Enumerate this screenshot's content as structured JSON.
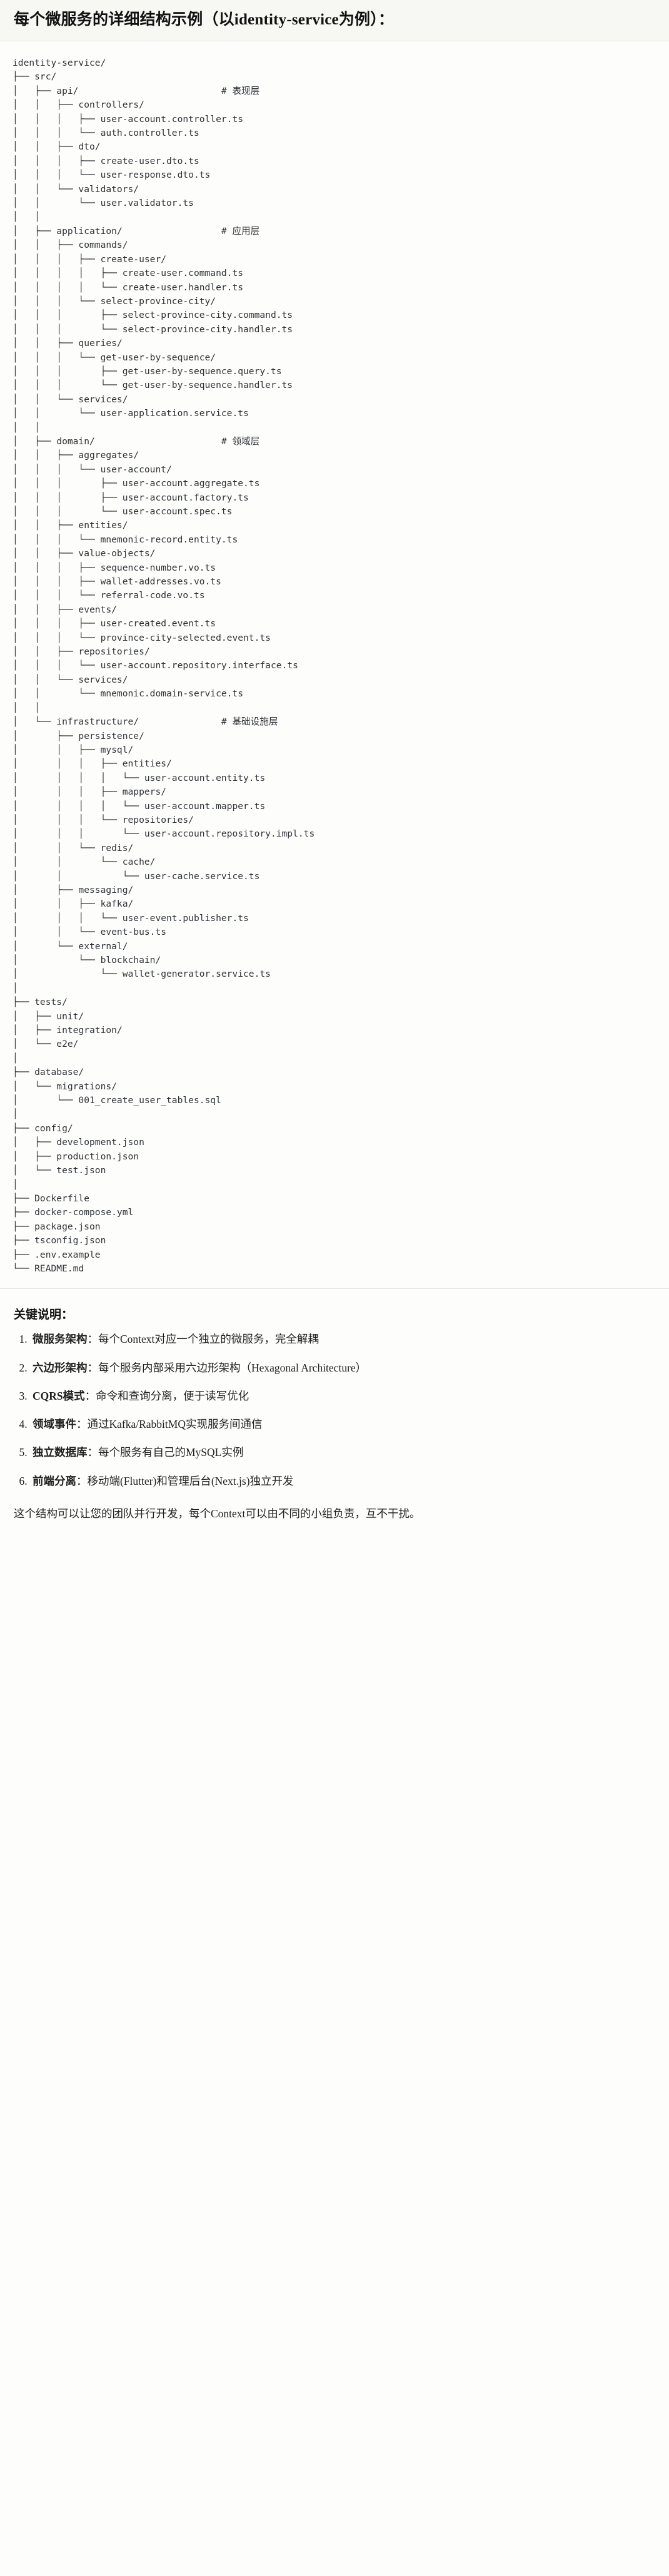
{
  "header": {
    "title": "每个微服务的详细结构示例（以identity-service为例）："
  },
  "tree": {
    "root_label": "identity-service/",
    "text": "identity-service/\n├── src/\n│   ├── api/                          # 表现层\n│   │   ├── controllers/\n│   │   │   ├── user-account.controller.ts\n│   │   │   └── auth.controller.ts\n│   │   ├── dto/\n│   │   │   ├── create-user.dto.ts\n│   │   │   └── user-response.dto.ts\n│   │   └── validators/\n│   │       └── user.validator.ts\n│   │\n│   ├── application/                  # 应用层\n│   │   ├── commands/\n│   │   │   ├── create-user/\n│   │   │   │   ├── create-user.command.ts\n│   │   │   │   └── create-user.handler.ts\n│   │   │   └── select-province-city/\n│   │   │       ├── select-province-city.command.ts\n│   │   │       └── select-province-city.handler.ts\n│   │   ├── queries/\n│   │   │   └── get-user-by-sequence/\n│   │   │       ├── get-user-by-sequence.query.ts\n│   │   │       └── get-user-by-sequence.handler.ts\n│   │   └── services/\n│   │       └── user-application.service.ts\n│   │\n│   ├── domain/                       # 领域层\n│   │   ├── aggregates/\n│   │   │   └── user-account/\n│   │   │       ├── user-account.aggregate.ts\n│   │   │       ├── user-account.factory.ts\n│   │   │       └── user-account.spec.ts\n│   │   ├── entities/\n│   │   │   └── mnemonic-record.entity.ts\n│   │   ├── value-objects/\n│   │   │   ├── sequence-number.vo.ts\n│   │   │   ├── wallet-addresses.vo.ts\n│   │   │   └── referral-code.vo.ts\n│   │   ├── events/\n│   │   │   ├── user-created.event.ts\n│   │   │   └── province-city-selected.event.ts\n│   │   ├── repositories/\n│   │   │   └── user-account.repository.interface.ts\n│   │   └── services/\n│   │       └── mnemonic.domain-service.ts\n│   │\n│   └── infrastructure/               # 基础设施层\n│       ├── persistence/\n│       │   ├── mysql/\n│       │   │   ├── entities/\n│       │   │   │   └── user-account.entity.ts\n│       │   │   ├── mappers/\n│       │   │   │   └── user-account.mapper.ts\n│       │   │   └── repositories/\n│       │   │       └── user-account.repository.impl.ts\n│       │   └── redis/\n│       │       └── cache/\n│       │           └── user-cache.service.ts\n│       ├── messaging/\n│       │   ├── kafka/\n│       │   │   └── user-event.publisher.ts\n│       │   └── event-bus.ts\n│       └── external/\n│           └── blockchain/\n│               └── wallet-generator.service.ts\n│\n├── tests/\n│   ├── unit/\n│   ├── integration/\n│   └── e2e/\n│\n├── database/\n│   └── migrations/\n│       └── 001_create_user_tables.sql\n│\n├── config/\n│   ├── development.json\n│   ├── production.json\n│   └── test.json\n│\n├── Dockerfile\n├── docker-compose.yml\n├── package.json\n├── tsconfig.json\n├── .env.example\n└── README.md",
    "layer_comments": [
      {
        "path": "src/api/",
        "comment": "# 表现层"
      },
      {
        "path": "src/application/",
        "comment": "# 应用层"
      },
      {
        "path": "src/domain/",
        "comment": "# 领域层"
      },
      {
        "path": "src/infrastructure/",
        "comment": "# 基础设施层"
      }
    ]
  },
  "keypoints": {
    "heading": "关键说明：",
    "items": [
      {
        "term": "微服务架构",
        "sep": "：",
        "desc": "每个Context对应一个独立的微服务，完全解耦"
      },
      {
        "term": "六边形架构",
        "sep": "：",
        "desc": "每个服务内部采用六边形架构（Hexagonal Architecture）"
      },
      {
        "term": "CQRS模式",
        "sep": "：",
        "desc": "命令和查询分离，便于读写优化"
      },
      {
        "term": "领域事件",
        "sep": "：",
        "desc": "通过Kafka/RabbitMQ实现服务间通信"
      },
      {
        "term": "独立数据库",
        "sep": "：",
        "desc": "每个服务有自己的MySQL实例"
      },
      {
        "term": "前端分离",
        "sep": "：",
        "desc": "移动端(Flutter)和管理后台(Next.js)独立开发"
      }
    ]
  },
  "closing": {
    "text": "这个结构可以让您的团队并行开发，每个Context可以由不同的小组负责，互不干扰。"
  }
}
